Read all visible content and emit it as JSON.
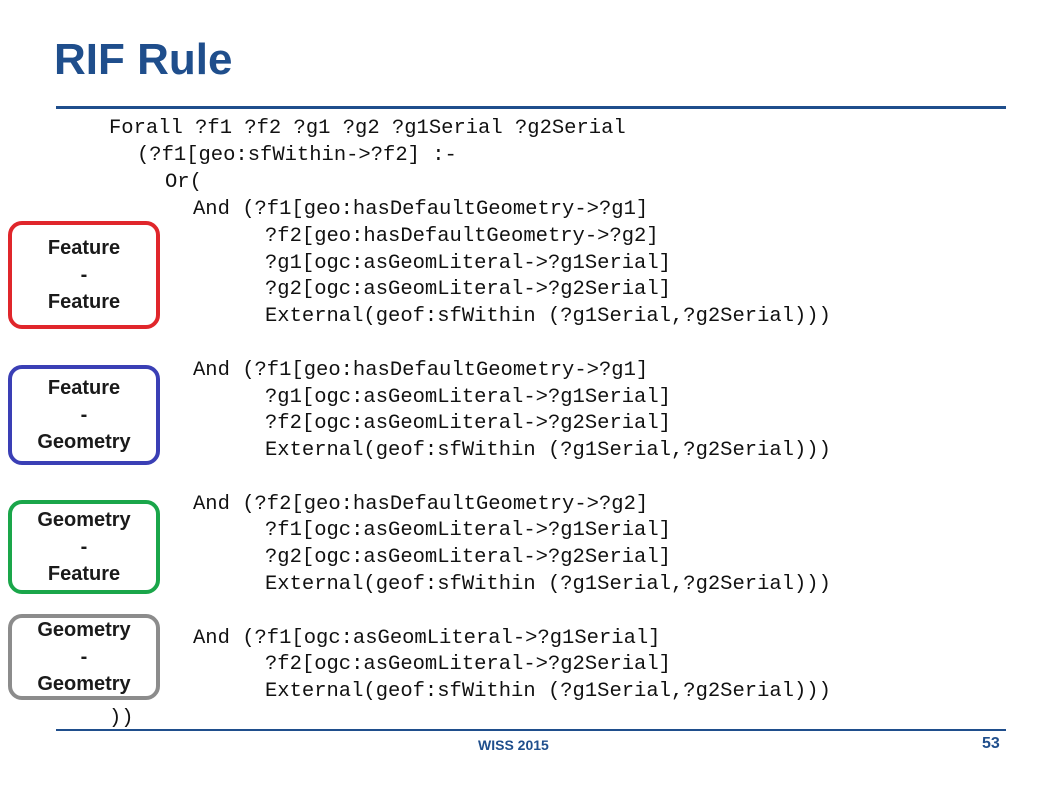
{
  "slide": {
    "title": "RIF Rule",
    "footer_center": "WISS 2015",
    "page_number": "53",
    "colors": {
      "title": "#1f4e8c",
      "rule": "#1f4e8c",
      "feature_feature": "#e0262b",
      "feature_geometry": "#3a3fb5",
      "geometry_feature": "#1aa64a",
      "geometry_geometry": "#8c8c8c"
    }
  },
  "labels": [
    {
      "line1": "Feature",
      "line2": "-",
      "line3": "Feature"
    },
    {
      "line1": "Feature",
      "line2": "-",
      "line3": "Geometry"
    },
    {
      "line1": "Geometry",
      "line2": "-",
      "line3": "Feature"
    },
    {
      "line1": "Geometry",
      "line2": "-",
      "line3": "Geometry"
    }
  ],
  "code": [
    "Forall ?f1 ?f2 ?g1 ?g2 ?g1Serial ?g2Serial",
    "(?f1[geo:sfWithin->?f2] :-",
    "Or(",
    "And (?f1[geo:hasDefaultGeometry->?g1]",
    "?f2[geo:hasDefaultGeometry->?g2]",
    "?g1[ogc:asGeomLiteral->?g1Serial]",
    "?g2[ogc:asGeomLiteral->?g2Serial]",
    "External(geof:sfWithin (?g1Serial,?g2Serial)))",
    "And (?f1[geo:hasDefaultGeometry->?g1]",
    "?g1[ogc:asGeomLiteral->?g1Serial]",
    "?f2[ogc:asGeomLiteral->?g2Serial]",
    "External(geof:sfWithin (?g1Serial,?g2Serial)))",
    "And (?f2[geo:hasDefaultGeometry->?g2]",
    "?f1[ogc:asGeomLiteral->?g1Serial]",
    "?g2[ogc:asGeomLiteral->?g2Serial]",
    "External(geof:sfWithin (?g1Serial,?g2Serial)))",
    "And (?f1[ogc:asGeomLiteral->?g1Serial]",
    "?f2[ogc:asGeomLiteral->?g2Serial]",
    "External(geof:sfWithin (?g1Serial,?g2Serial)))",
    "))"
  ]
}
